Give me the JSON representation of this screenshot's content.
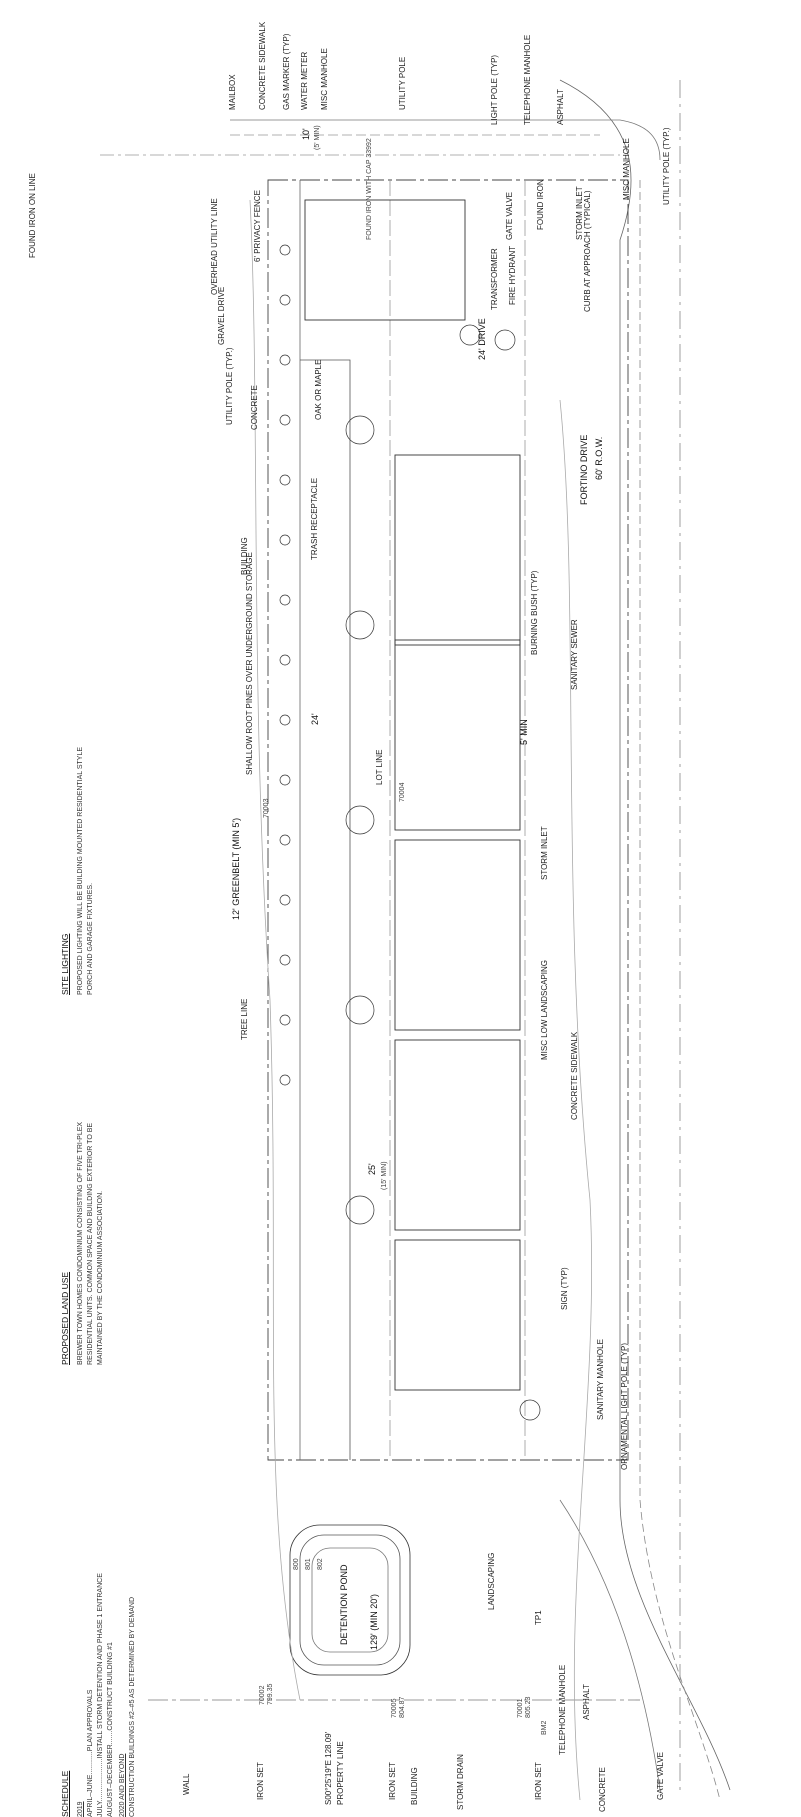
{
  "schedule": {
    "title": "SCHEDULE",
    "year1": "2019",
    "line1": "APRIL–JUNE............PLAN APPROVALS",
    "line2": "JULY......................INSTALL STORM DETENTION AND PHASE 1 ENTRANCE",
    "line3": "AUGUST–DECEMBER.......CONSTRUCT BUILDING #1",
    "year2": "2020 AND BEYOND",
    "line4": "CONSTRUCTION BUILDINGS #2–#5 AS DETERMINED BY DEMAND"
  },
  "land_use": {
    "title": "PROPOSED LAND USE",
    "line1": "BREWER TOWN HOMES CONDOMINIUM CONSISTING OF FIVE TRI-PLEX",
    "line2": "RESIDENTIAL UNITS. COMMON SPACE AND BUILDING EXTERIOR TO BE",
    "line3": "MAINTAINED BY THE CONDOMINIUM ASSOCIATION."
  },
  "site_lighting": {
    "title": "SITE LIGHTING",
    "line1": "PROPOSED LIGHTING WILL BE BUILDING MOUNTED RESIDENTIAL STYLE",
    "line2": "PORCH AND GARAGE FIXTURES."
  },
  "labels": {
    "found_iron_top": "FOUND IRON ON LINE",
    "mailbox": "MAILBOX",
    "concrete_sidewalk_top": "CONCRETE SIDEWALK",
    "gas_marker": "GAS MARKER (TYP)",
    "water_meter": "WATER METER",
    "misc_manhole_top": "MISC MANHOLE",
    "utility_pole_top": "UTILITY POLE",
    "light_pole": "LIGHT POLE (TYP)",
    "telephone_manhole_top": "TELEPHONE MANHOLE",
    "asphalt_top": "ASPHALT",
    "misc_manhole_right": "MISC MANHOLE",
    "utility_pole_right": "UTILITY POLE (TYP.)",
    "storm_inlet_top": "STORM INLET",
    "found_iron_right": "FOUND IRON",
    "gate_valve_top": "GATE VALVE",
    "fire_hydrant": "FIRE HYDRANT",
    "transformer": "TRANSFORMER",
    "drive_24": "24' DRIVE",
    "curb_approach": "CURB AT APPROACH (TYPICAL)",
    "overhead_utility": "OVERHEAD UTILITY LINE",
    "privacy_fence": "6' PRIVACY FENCE",
    "gravel_drive": "GRAVEL DRIVE",
    "utility_pole_left": "UTILITY POLE (TYP.)",
    "concrete_left": "CONCRETE",
    "found_iron_cap": "FOUND IRON WITH CAP 33992",
    "dim_10": "10'",
    "dim_5min": "(5' MIN)",
    "oak_maple": "OAK OR MAPLE",
    "fortino_drive": "FORTINO DRIVE",
    "row_60": "60' R.O.W.",
    "building_left": "BUILDING",
    "trash": "TRASH RECEPTACLE",
    "burning_bush": "BURNING BUSH (TYP)",
    "sanitary_sewer": "SANITARY SEWER",
    "shallow_root": "SHALLOW ROOT PINES OVER UNDERGROUND STORAGE",
    "dim_24": "24'",
    "lot_line": "LOT LINE",
    "dim_5min_b": "5' MIN",
    "storm_inlet_mid": "STORM INLET",
    "greenbelt": "12' GREENBELT (MIN 5')",
    "tree_line": "TREE LINE",
    "misc_low": "MISC LOW LANDSCAPING",
    "concrete_sidewalk_mid": "CONCRETE SIDEWALK",
    "dim_25": "25'",
    "dim_15min": "(15' MIN)",
    "sign": "SIGN (TYP)",
    "sanitary_manhole": "SANITARY MANHOLE",
    "ornamental_light": "ORNAMENTAL LIGHT POLE (TYP)",
    "landscaping": "LANDSCAPING",
    "tp1": "TP1",
    "detention_pond": "DETENTION POND",
    "contour_802": "802",
    "contour_801": "801",
    "contour_800": "800",
    "dim_129": "129' (MIN 20')",
    "asphalt_bottom": "ASPHALT",
    "telephone_manhole_bottom": "TELEPHONE MANHOLE",
    "bm2": "BM2",
    "wall": "WALL",
    "iron_set_1": "IRON SET",
    "iron_set_2": "IRON SET",
    "iron_set_3": "IRON SET",
    "bearing": "S00°25'19\"E 128.09'",
    "property_line": "PROPERTY LINE",
    "building_bottom": "BUILDING",
    "storm_drain": "STORM DRAIN",
    "gate_valve_bottom": "GATE VALVE",
    "concrete_bottom": "CONCRETE",
    "pt_70002": "70002",
    "pt_70002_b": "799.35",
    "pt_70005": "70005",
    "pt_70005_b": "804.87",
    "pt_70001": "70001",
    "pt_70001_b": "805.23",
    "pt_70003": "70003",
    "pt_70004": "70004"
  }
}
